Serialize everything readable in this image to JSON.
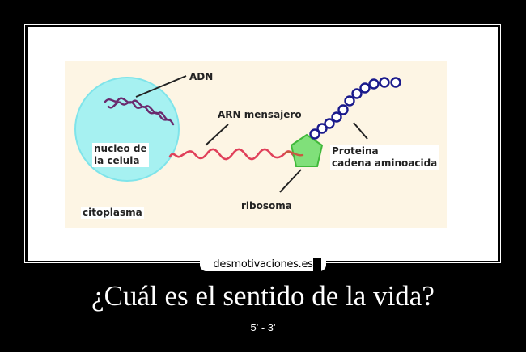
{
  "poster": {
    "title": "¿Cuál es el sentido de la vida?",
    "subtitle": "5' - 3'",
    "logo_text": "desmotivaciones.es"
  },
  "diagram": {
    "labels": {
      "adn": "ADN",
      "arn": "ARN mensajero",
      "nucleo_line1": "nucleo de",
      "nucleo_line2": "la celula",
      "proteina_line1": "Proteina",
      "proteina_line2": "cadena aminoacida",
      "ribosoma": "ribosoma",
      "citoplasma": "citoplasma"
    },
    "colors": {
      "background": "#fdf5e4",
      "nucleus": "#9ff0f0",
      "nucleus_edge": "#7fe6ea",
      "dna": "#6a2a6e",
      "mrna": "#e0405a",
      "ribosome": "#7fe07a",
      "ribosome_edge": "#3fb83a",
      "protein": "#1a1a8c"
    }
  }
}
